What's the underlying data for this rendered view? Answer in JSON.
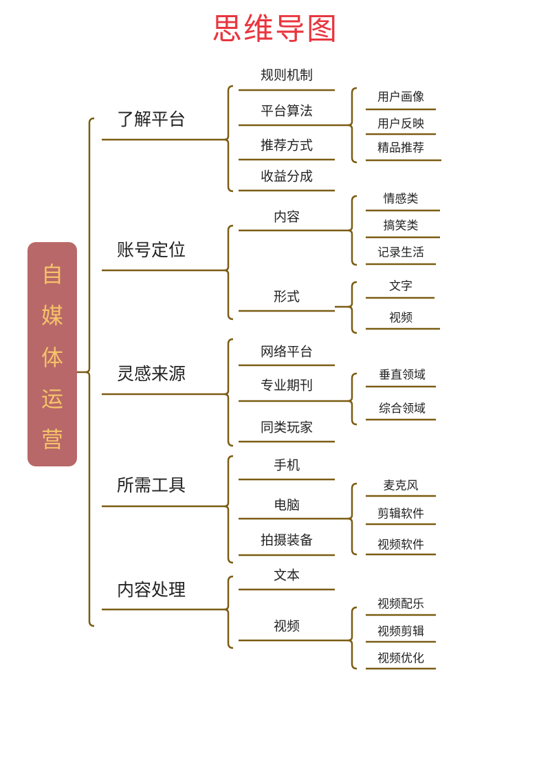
{
  "title": "思维导图",
  "root": {
    "chars": [
      "自",
      "媒",
      "体",
      "运",
      "营"
    ]
  },
  "branches": [
    {
      "label": "了解平台",
      "children": [
        {
          "label": "规则机制"
        },
        {
          "label": "平台算法",
          "children": [
            "用户画像",
            "用户反映",
            "精品推荐"
          ]
        },
        {
          "label": "推荐方式"
        },
        {
          "label": "收益分成"
        }
      ]
    },
    {
      "label": "账号定位",
      "children": [
        {
          "label": "内容",
          "children": [
            "情感类",
            "搞笑类",
            "记录生活"
          ]
        },
        {
          "label": "形式",
          "children": [
            "文字",
            "视频"
          ]
        }
      ]
    },
    {
      "label": "灵感来源",
      "children": [
        {
          "label": "网络平台"
        },
        {
          "label": "专业期刊",
          "children": [
            "垂直领域",
            "综合领域"
          ]
        },
        {
          "label": "同类玩家"
        }
      ]
    },
    {
      "label": "所需工具",
      "children": [
        {
          "label": "手机"
        },
        {
          "label": "电脑",
          "children": [
            "麦克风",
            "剪辑软件",
            "视频软件"
          ]
        },
        {
          "label": "拍摄装备"
        }
      ]
    },
    {
      "label": "内容处理",
      "children": [
        {
          "label": "文本"
        },
        {
          "label": "视频",
          "children": [
            "视频配乐",
            "视频剪辑",
            "视频优化"
          ]
        }
      ]
    }
  ],
  "colors": {
    "title": "#e8363f",
    "line": "#7a5c12",
    "root_bg": "#b86868",
    "root_text": "#f5c26a"
  }
}
